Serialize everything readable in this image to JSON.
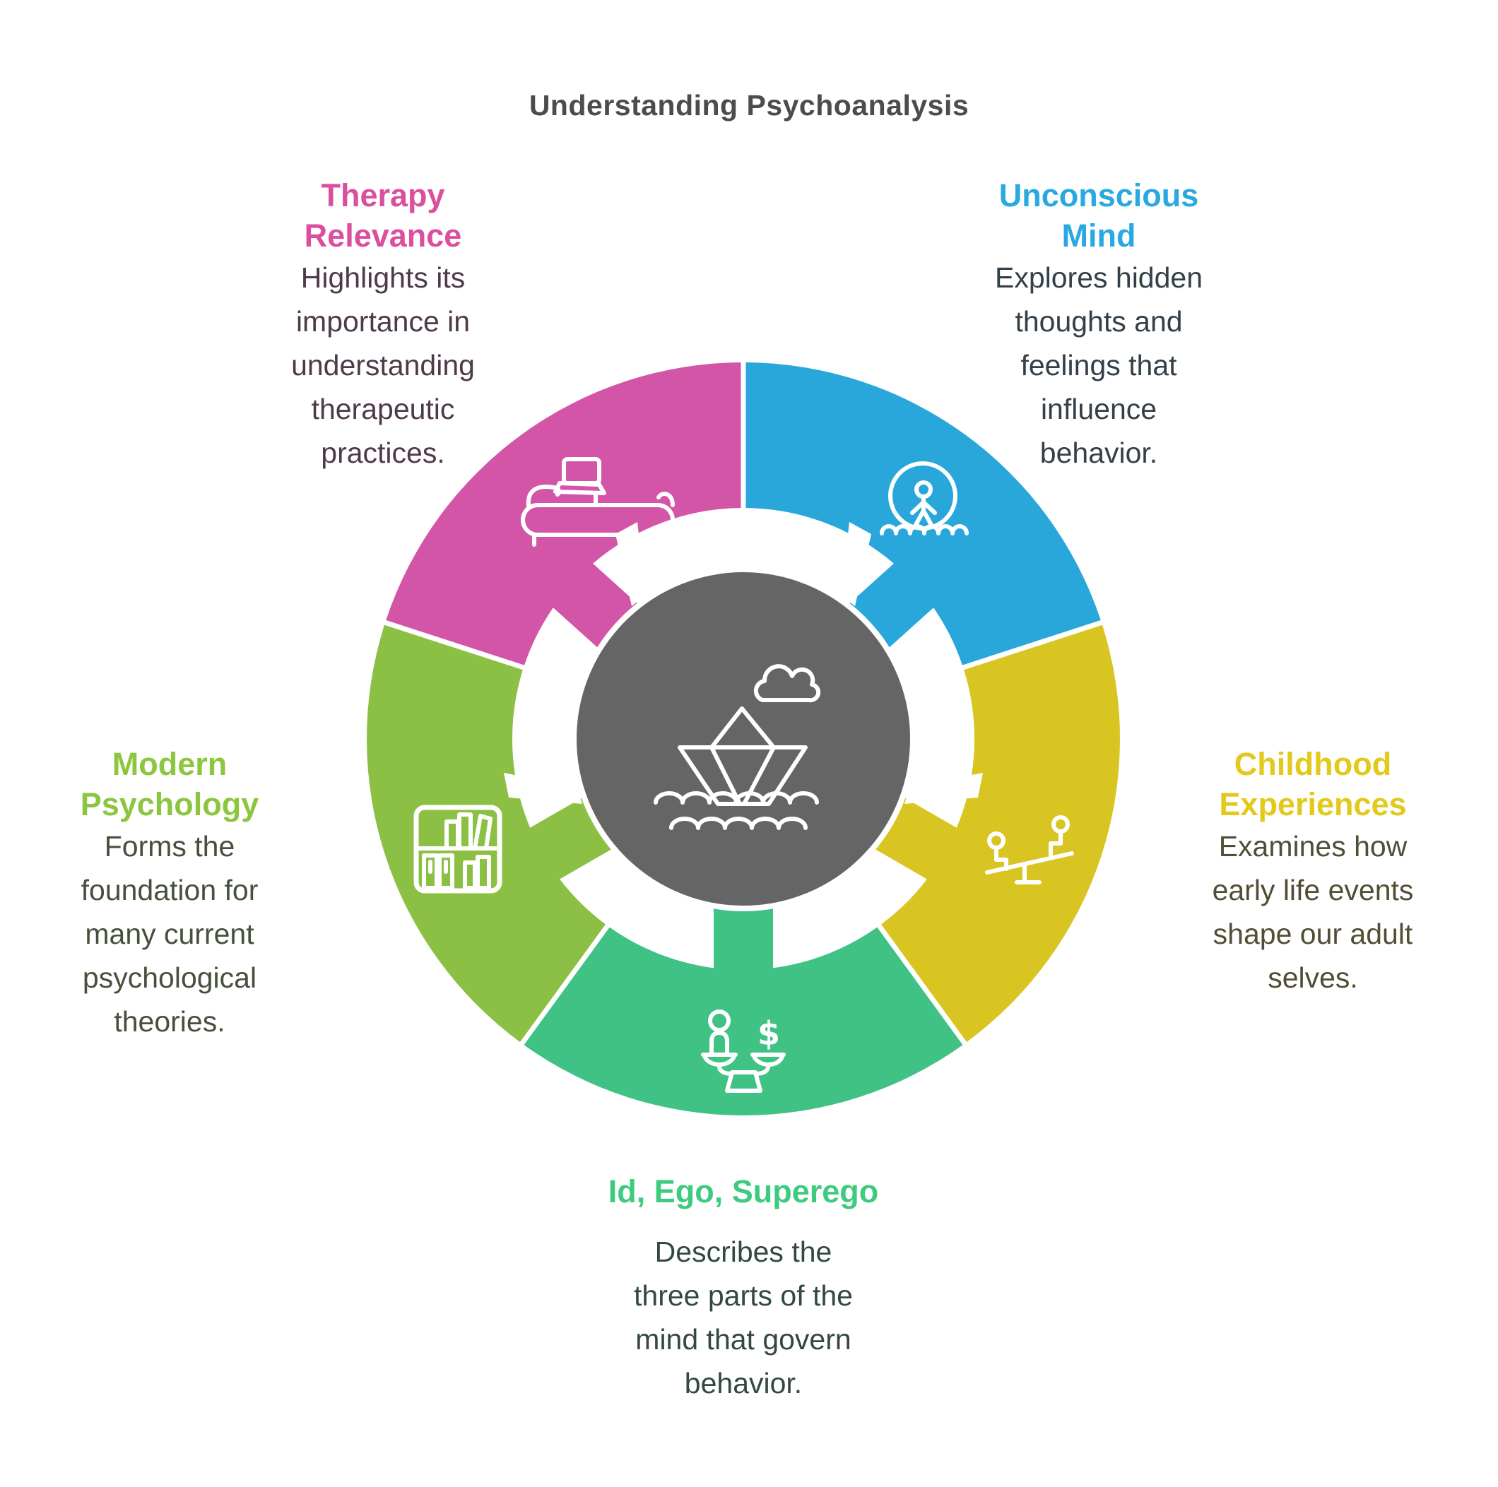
{
  "title": "Understanding Psychoanalysis",
  "title_color": "#4c4c4e",
  "center": {
    "icon": "paper-boat-icon",
    "background": "#666566"
  },
  "sections": [
    {
      "id": "unconscious-mind",
      "heading_lines": [
        "Unconscious",
        "Mind"
      ],
      "body_lines": [
        "Explores hidden",
        "thoughts and",
        "feelings that",
        "influence",
        "behavior."
      ],
      "heading_color": "#29a9e0",
      "body_color": "#344049",
      "segment_color": "#29a7da",
      "icon": "submerged-person-icon"
    },
    {
      "id": "childhood-experiences",
      "heading_lines": [
        "Childhood",
        "Experiences"
      ],
      "body_lines": [
        "Examines how",
        "early life events",
        "shape our adult",
        "selves."
      ],
      "heading_color": "#e3c91b",
      "body_color": "#514e36",
      "segment_color": "#d9c522",
      "icon": "seesaw-icon"
    },
    {
      "id": "id-ego-superego",
      "heading_lines": [
        "Id, Ego, Superego"
      ],
      "body_lines": [
        "Describes the",
        "three parts of the",
        "mind that govern",
        "behavior."
      ],
      "heading_color": "#3ecb80",
      "body_color": "#33493e",
      "segment_color": "#40c285",
      "icon": "balance-scale-icon"
    },
    {
      "id": "modern-psychology",
      "heading_lines": [
        "Modern",
        "Psychology"
      ],
      "body_lines": [
        "Forms the",
        "foundation for",
        "many current",
        "psychological",
        "theories."
      ],
      "heading_color": "#8cc63f",
      "body_color": "#47503c",
      "segment_color": "#8cc044",
      "icon": "bookshelf-icon"
    },
    {
      "id": "therapy-relevance",
      "heading_lines": [
        "Therapy",
        "Relevance"
      ],
      "body_lines": [
        "Highlights its",
        "importance in",
        "understanding",
        "therapeutic",
        "practices."
      ],
      "heading_color": "#da4f9e",
      "body_color": "#4e3a49",
      "segment_color": "#d355a8",
      "icon": "couch-icon"
    }
  ]
}
